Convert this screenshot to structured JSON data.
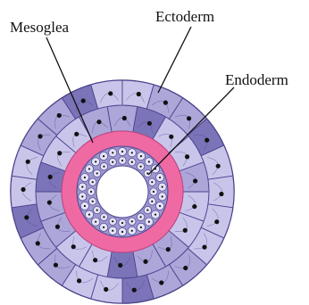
{
  "labels": {
    "mesoglea": "Mesoglea",
    "ectoderm": "Ectoderm",
    "endoderm": "Endoderm"
  },
  "colors": {
    "ectoderm_light": "#c9c5ea",
    "ectoderm_mid": "#ada6d8",
    "ectoderm_dark": "#7c74b8",
    "cell_edge": "#4b4490",
    "outer_edge": "#3e3a7a",
    "mesoglea": "#ef6aa3",
    "mesoglea_edge": "#c2437e",
    "endoderm": "#9d98cf",
    "endoderm_cell": "#e5e3f6",
    "lumen": "#ffffff",
    "nucleus": "#111111"
  }
}
